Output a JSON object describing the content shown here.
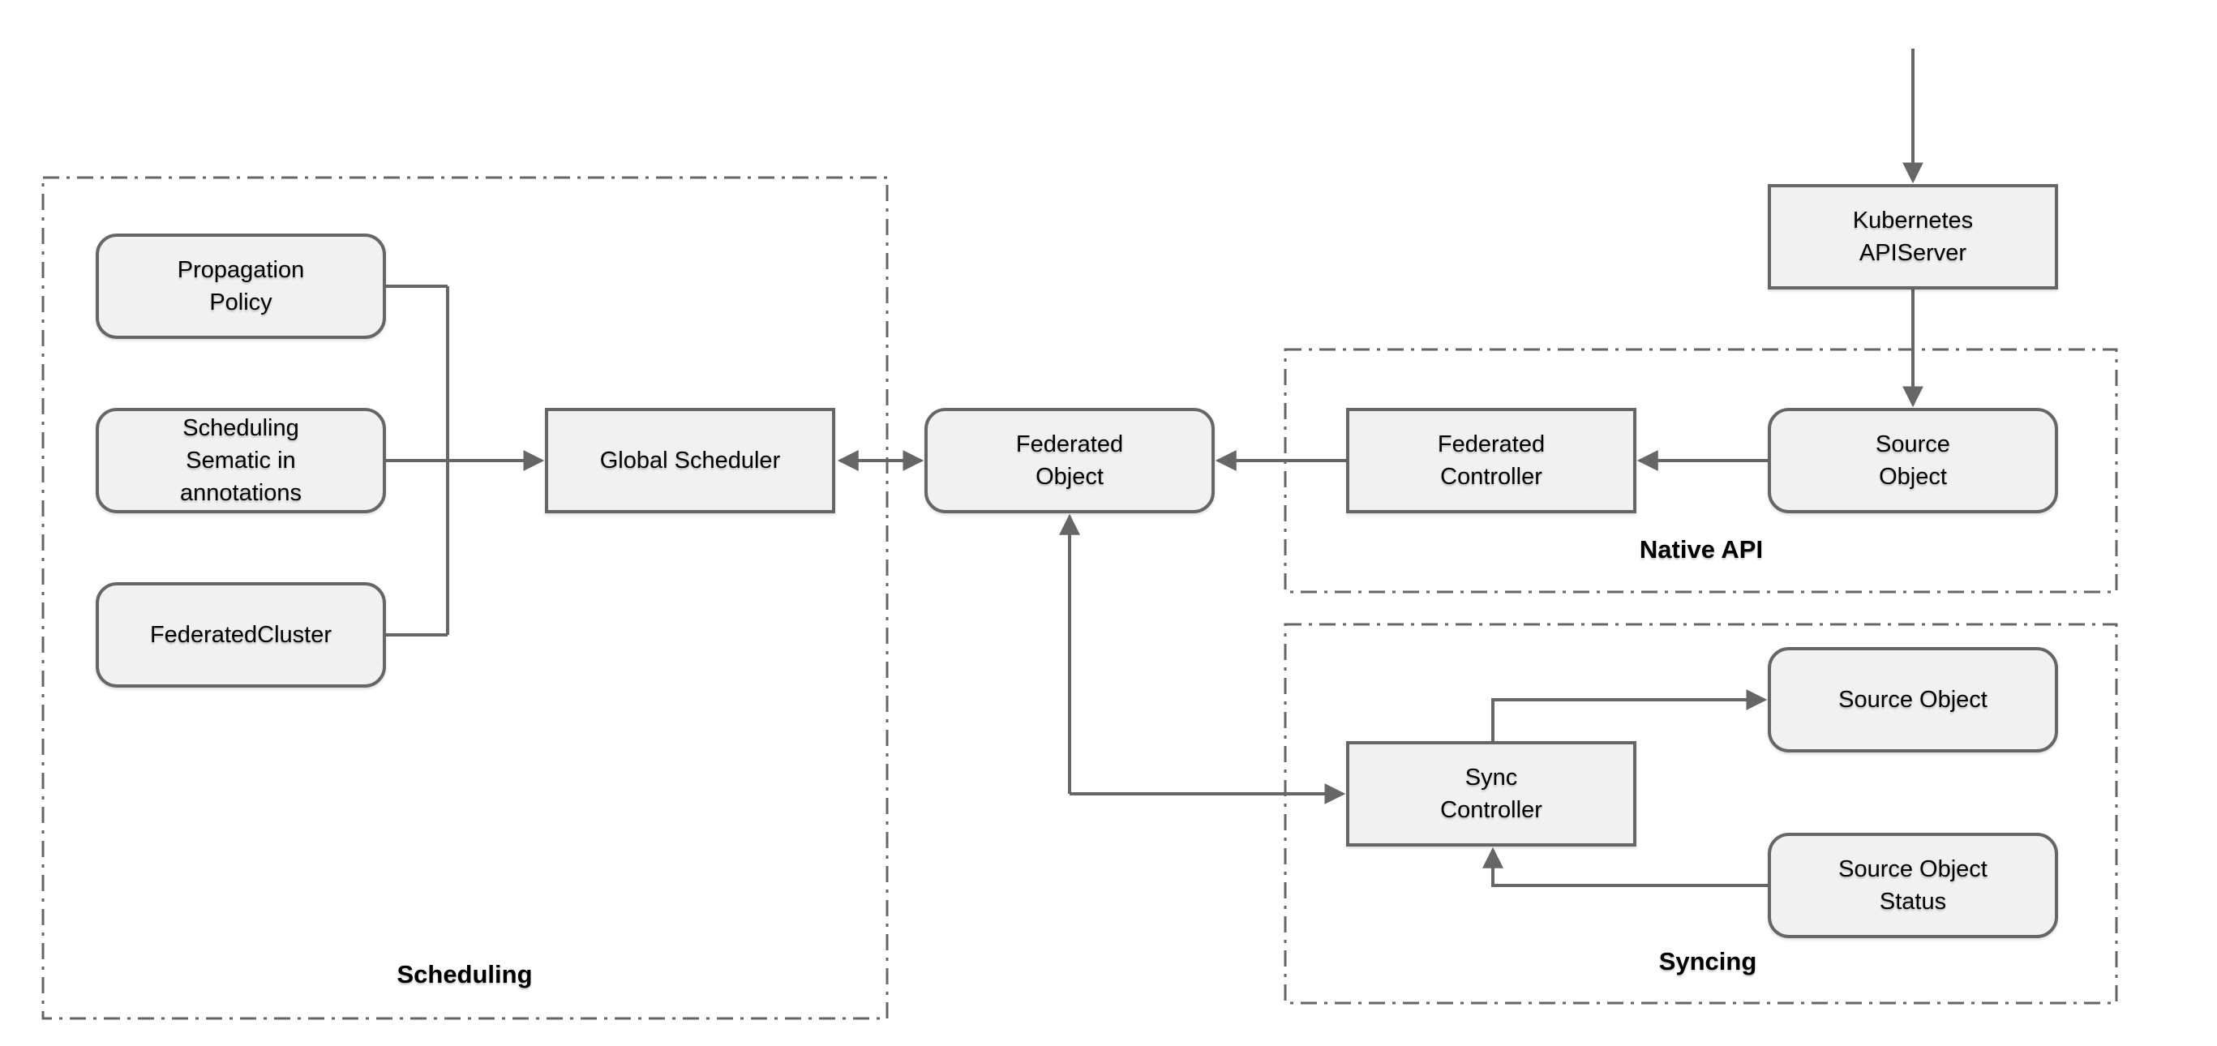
{
  "colors": {
    "stroke": "#666666",
    "node_fill": "#f1f1f1",
    "text": "#000000",
    "background": "#ffffff"
  },
  "nodes": {
    "propagation_policy": {
      "lines": [
        "Propagation",
        "Policy"
      ],
      "shape": "rounded"
    },
    "scheduling_semantic": {
      "lines": [
        "Scheduling",
        "Sematic in",
        "annotations"
      ],
      "shape": "rounded"
    },
    "federated_cluster": {
      "lines": [
        "FederatedCluster"
      ],
      "shape": "rounded"
    },
    "global_scheduler": {
      "lines": [
        "Global Scheduler"
      ],
      "shape": "rect"
    },
    "federated_object": {
      "lines": [
        "Federated",
        "Object"
      ],
      "shape": "rounded"
    },
    "federated_controller": {
      "lines": [
        "Federated",
        "Controller"
      ],
      "shape": "rect"
    },
    "kubernetes_apiserver": {
      "lines": [
        "Kubernetes",
        "APIServer"
      ],
      "shape": "rect"
    },
    "source_object_native": {
      "lines": [
        "Source",
        "Object"
      ],
      "shape": "rounded"
    },
    "sync_controller": {
      "lines": [
        "Sync",
        "Controller"
      ],
      "shape": "rect"
    },
    "source_object_sync": {
      "lines": [
        "Source Object"
      ],
      "shape": "rounded"
    },
    "source_object_status": {
      "lines": [
        "Source Object",
        "Status"
      ],
      "shape": "rounded"
    }
  },
  "groups": {
    "scheduling": {
      "label": "Scheduling"
    },
    "native_api": {
      "label": "Native API"
    },
    "syncing": {
      "label": "Syncing"
    }
  },
  "edges": [
    {
      "from": "propagation_policy",
      "to": "global_scheduler",
      "via": "left-junction",
      "arrowhead": "forward"
    },
    {
      "from": "scheduling_semantic",
      "to": "global_scheduler",
      "arrowhead": "forward"
    },
    {
      "from": "federated_cluster",
      "to": "global_scheduler",
      "via": "left-junction",
      "arrowhead": "forward"
    },
    {
      "from": "global_scheduler",
      "to": "federated_object",
      "arrowhead": "both"
    },
    {
      "from": "federated_controller",
      "to": "federated_object",
      "arrowhead": "forward"
    },
    {
      "from": "source_object_native",
      "to": "federated_controller",
      "arrowhead": "forward"
    },
    {
      "from": "external-top",
      "to": "kubernetes_apiserver",
      "arrowhead": "forward"
    },
    {
      "from": "kubernetes_apiserver",
      "to": "source_object_native",
      "arrowhead": "forward"
    },
    {
      "from": "federated_object",
      "to": "sync_controller",
      "arrowhead": "both"
    },
    {
      "from": "sync_controller",
      "to": "source_object_sync",
      "arrowhead": "forward"
    },
    {
      "from": "source_object_status",
      "to": "sync_controller",
      "arrowhead": "forward"
    }
  ]
}
